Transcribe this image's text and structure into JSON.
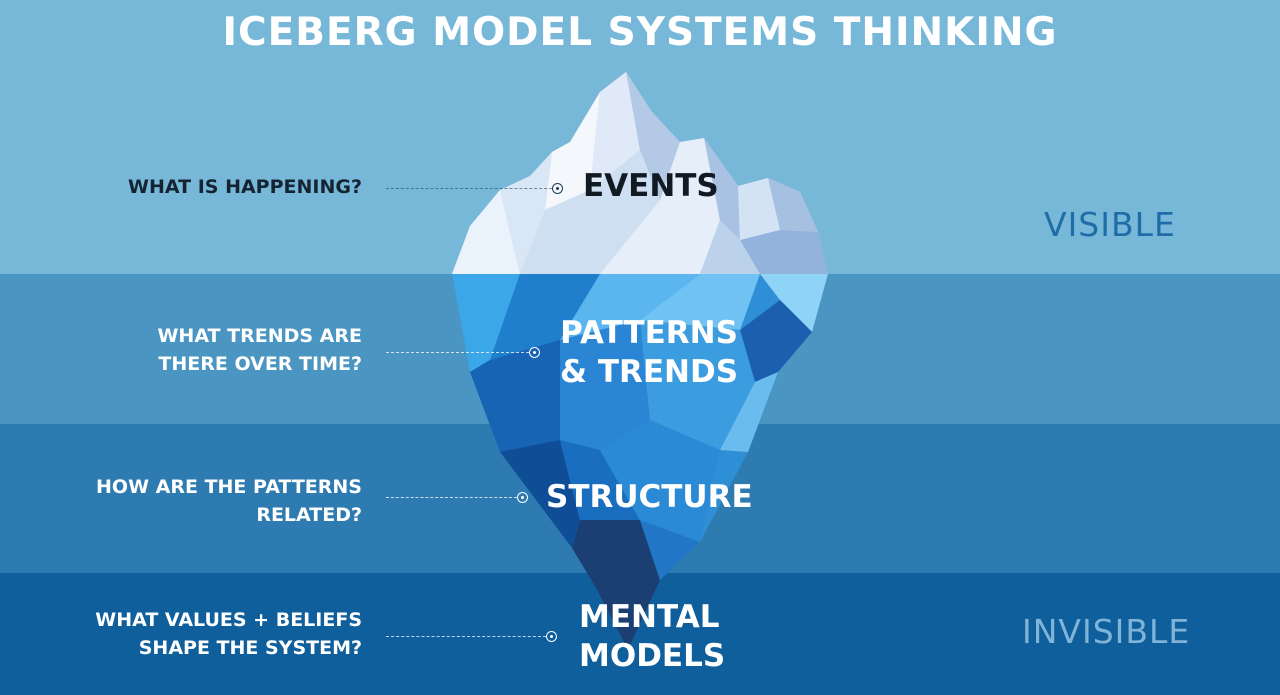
{
  "title": "ICEBERG MODEL SYSTEMS THINKING",
  "layers": [
    {
      "name": "EVENTS",
      "question": "WHAT IS HAPPENING?"
    },
    {
      "name": "PATTERNS\n& TRENDS",
      "question": "WHAT TRENDS ARE\nTHERE OVER TIME?"
    },
    {
      "name": "STRUCTURE",
      "question": "HOW ARE THE PATTERNS\nRELATED?"
    },
    {
      "name": "MENTAL\nMODELS",
      "question": "WHAT VALUES + BELIEFS\nSHAPE THE SYSTEM?"
    }
  ],
  "side_labels": {
    "visible": "VISIBLE",
    "invisible": "INVISIBLE"
  },
  "colors": {
    "band_top": "#77b8d8",
    "band_2": "#4a95c2",
    "band_3": "#2e7bb1",
    "band_bottom": "#0e5f9c",
    "ice_above": "#dbe8f6",
    "ice_below": "#2f8fd6"
  }
}
